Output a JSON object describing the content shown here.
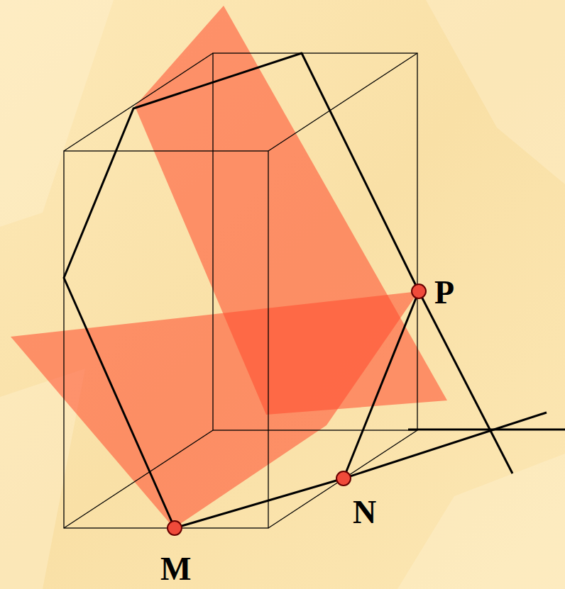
{
  "diagram": {
    "labels": [
      "M",
      "N",
      "P"
    ]
  }
}
